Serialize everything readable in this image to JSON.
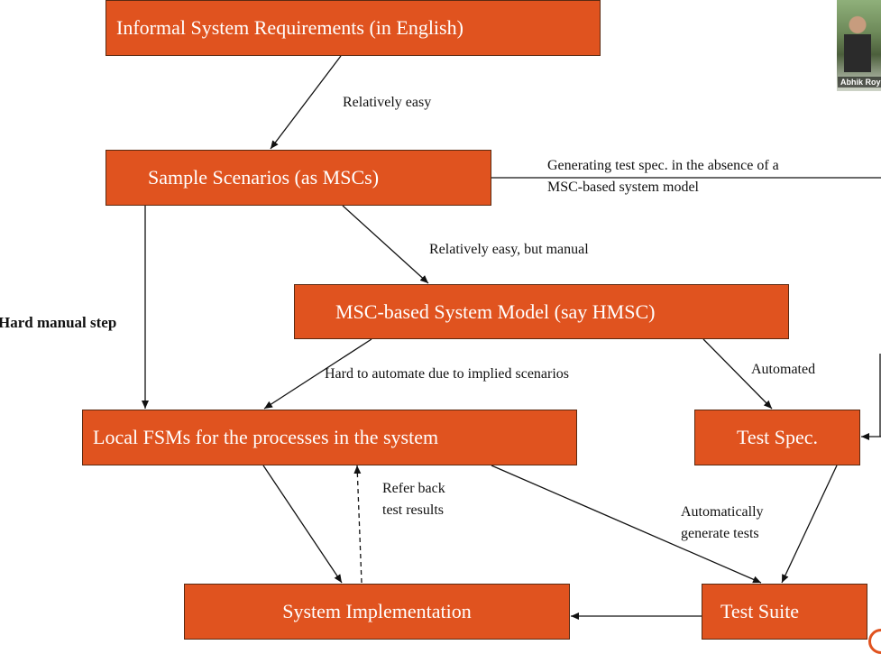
{
  "boxes": {
    "informal_requirements": "Informal System Requirements (in English)",
    "sample_scenarios": "Sample Scenarios (as MSCs)",
    "msc_model": "MSC-based System Model (say HMSC)",
    "local_fsms": "Local FSMs for the processes in the system",
    "test_spec": "Test Spec.",
    "system_implementation": "System Implementation",
    "test_suite": "Test Suite"
  },
  "labels": {
    "relatively_easy": "Relatively easy",
    "generating_line1": "Generating test spec. in the absence of a",
    "generating_line2": "MSC-based system model",
    "relatively_easy_manual": "Relatively easy, but manual",
    "hard_manual_step": "Hard manual step",
    "hard_to_automate": "Hard to automate due to implied scenarios",
    "automated": "Automated",
    "refer_back_line1": "Refer back",
    "refer_back_line2": "test results",
    "auto_generate_line1": "Automatically",
    "auto_generate_line2": "generate tests"
  },
  "video_tile": {
    "name": "Abhik Roy"
  },
  "colors": {
    "box_fill": "#e0531f",
    "box_border": "#5a2a12",
    "box_text": "#ffffff",
    "arrow": "#111111"
  }
}
